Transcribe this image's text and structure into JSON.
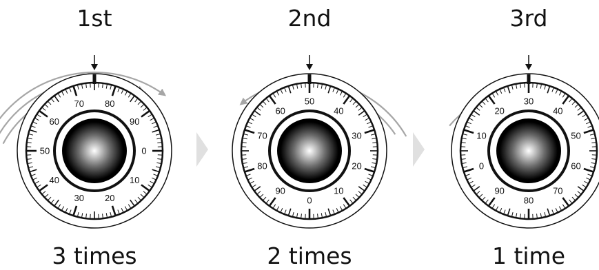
{
  "steps": [
    {
      "ordinal": "1st",
      "caption": "3 times",
      "direction": "clockwise",
      "turns": 3,
      "dial_numbers": [
        "70",
        "80",
        "90",
        "0",
        "10",
        "20",
        "30",
        "40",
        "50",
        "60"
      ],
      "top_number_value": 75
    },
    {
      "ordinal": "2nd",
      "caption": "2 times",
      "direction": "counterclockwise",
      "turns": 2,
      "dial_numbers": [
        "50",
        "40",
        "30",
        "20",
        "10",
        "0",
        "90",
        "80",
        "70",
        "60"
      ],
      "top_number_value": 50
    },
    {
      "ordinal": "3rd",
      "caption": "1 time",
      "direction": "clockwise",
      "turns": 1,
      "dial_numbers": [
        "30",
        "40",
        "50",
        "60",
        "70",
        "80",
        "90",
        "0",
        "10",
        "20"
      ],
      "top_number_value": 30
    }
  ],
  "colors": {
    "ink": "#111111",
    "arrow": "#a6a6a6",
    "step_arrow": "#e0e0e0",
    "knob_highlight": "#ffffff",
    "knob_shadow": "#000000"
  }
}
